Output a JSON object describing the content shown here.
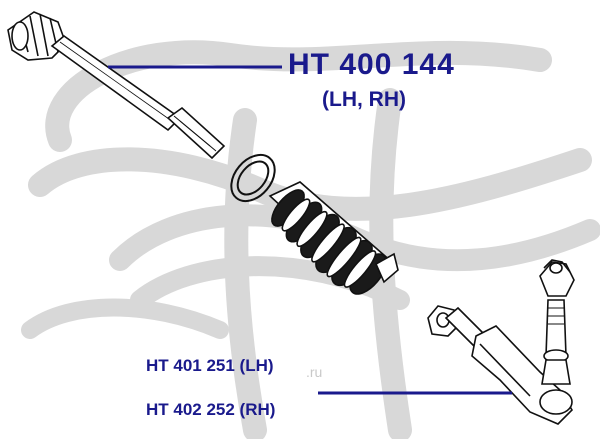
{
  "parts": {
    "inner_tie_rod": {
      "number": "HT 400 144",
      "side": "(LH, RH)"
    },
    "tie_rod_end_lh": {
      "label": "HT 401 251 (LH)"
    },
    "tie_rod_end_rh": {
      "label": "HT 402 252 (RH)"
    }
  },
  "watermark": {
    "text": ".ru"
  },
  "colors": {
    "label": "#1a1a8c",
    "drawing": "#111111",
    "watermark": "#d6d6d6"
  }
}
